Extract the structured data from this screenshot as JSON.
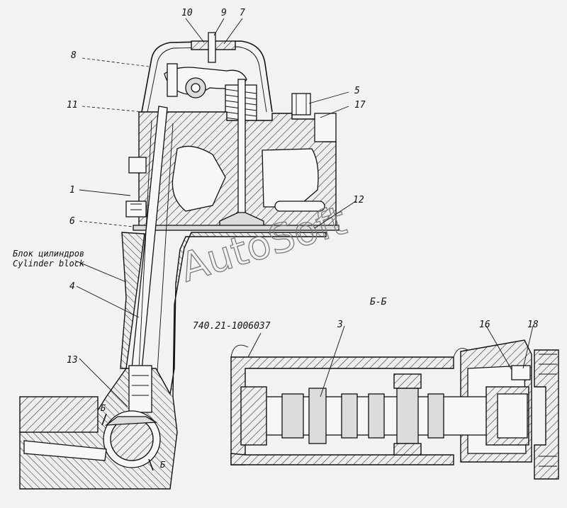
{
  "callouts": {
    "n10": "10",
    "n9": "9",
    "n7": "7",
    "n8": "8",
    "n5": "5",
    "n17": "17",
    "n11": "11",
    "n1": "1",
    "n12": "12",
    "n6": "6",
    "n4": "4",
    "n13": "13",
    "n3": "3",
    "n16": "16",
    "n18": "18"
  },
  "labels": {
    "block_ru": "Блок цилиндров",
    "block_en": "Cylinder block",
    "section_title": "Б-Б",
    "part_number": "740.21-1006037",
    "section_mark_1": "Б",
    "section_mark_2": "Б"
  },
  "watermark": "AutoSoft"
}
